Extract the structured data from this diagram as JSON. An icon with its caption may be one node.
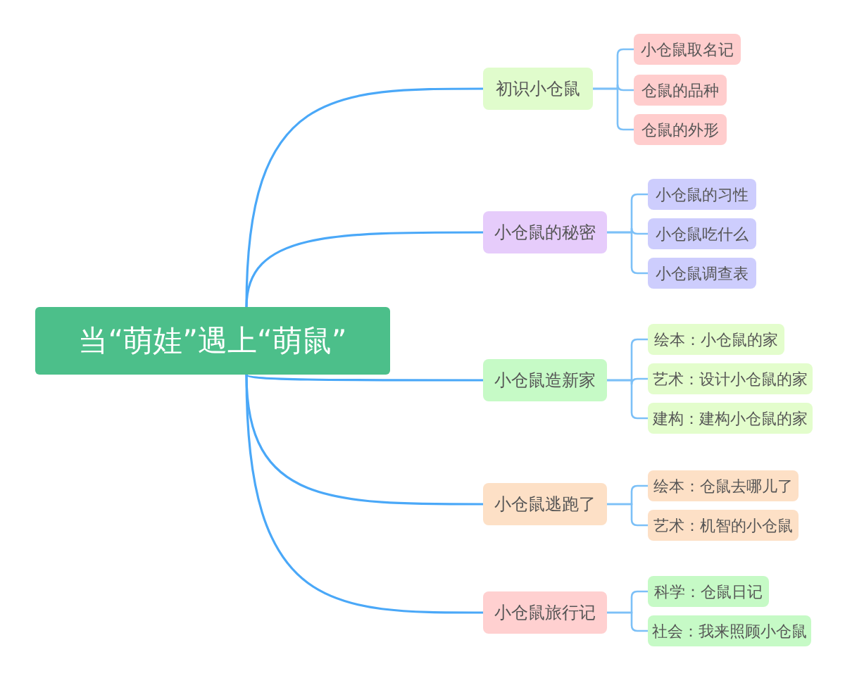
{
  "diagram": {
    "nodes": [
      {
        "text": [
          "当“萌娃”遇上“萌鼠”"
        ]
      },
      {
        "text": [
          "初识小仓鼠"
        ]
      },
      {
        "text": [
          "小仓鼠取名记"
        ]
      },
      {
        "text": [
          "仓鼠的品种"
        ]
      },
      {
        "text": [
          "仓鼠的外形"
        ]
      },
      {
        "text": [
          "小仓鼠的秘密"
        ]
      },
      {
        "text": [
          "小仓鼠的习性"
        ]
      },
      {
        "text": [
          "小仓鼠吃什么"
        ]
      },
      {
        "text": [
          "小仓鼠调查表"
        ]
      },
      {
        "text": [
          "小仓鼠造新家"
        ]
      },
      {
        "text": [
          "绘本：小仓鼠的家"
        ]
      },
      {
        "text": [
          "艺术：设计小仓鼠的家"
        ]
      },
      {
        "text": [
          "建构：建构小仓鼠的家"
        ]
      },
      {
        "text": [
          "小仓鼠逃跑了"
        ]
      },
      {
        "text": [
          "绘本：仓鼠去哪儿了"
        ]
      },
      {
        "text": [
          "艺术：机智的小仓鼠"
        ]
      },
      {
        "text": [
          "小仓鼠旅行记"
        ]
      },
      {
        "text": [
          "科学：仓鼠日记"
        ]
      },
      {
        "text": [
          "社会：我来照顾小仓鼠"
        ]
      }
    ],
    "edges": [
      {
        "from": 0,
        "to": 1,
        "arrow": "none"
      },
      {
        "from": 0,
        "to": 5,
        "arrow": "none"
      },
      {
        "from": 0,
        "to": 9,
        "arrow": "none"
      },
      {
        "from": 0,
        "to": 13,
        "arrow": "none"
      },
      {
        "from": 0,
        "to": 16,
        "arrow": "none"
      },
      {
        "from": 1,
        "to": 2,
        "arrow": "none"
      },
      {
        "from": 1,
        "to": 3,
        "arrow": "none"
      },
      {
        "from": 1,
        "to": 4,
        "arrow": "none"
      },
      {
        "from": 5,
        "to": 6,
        "arrow": "none"
      },
      {
        "from": 5,
        "to": 7,
        "arrow": "none"
      },
      {
        "from": 5,
        "to": 8,
        "arrow": "none"
      },
      {
        "from": 9,
        "to": 10,
        "arrow": "none"
      },
      {
        "from": 9,
        "to": 11,
        "arrow": "none"
      },
      {
        "from": 9,
        "to": 12,
        "arrow": "none"
      },
      {
        "from": 13,
        "to": 14,
        "arrow": "none"
      },
      {
        "from": 13,
        "to": 15,
        "arrow": "none"
      },
      {
        "from": 16,
        "to": 17,
        "arrow": "none"
      },
      {
        "from": 16,
        "to": 18,
        "arrow": "none"
      }
    ]
  }
}
